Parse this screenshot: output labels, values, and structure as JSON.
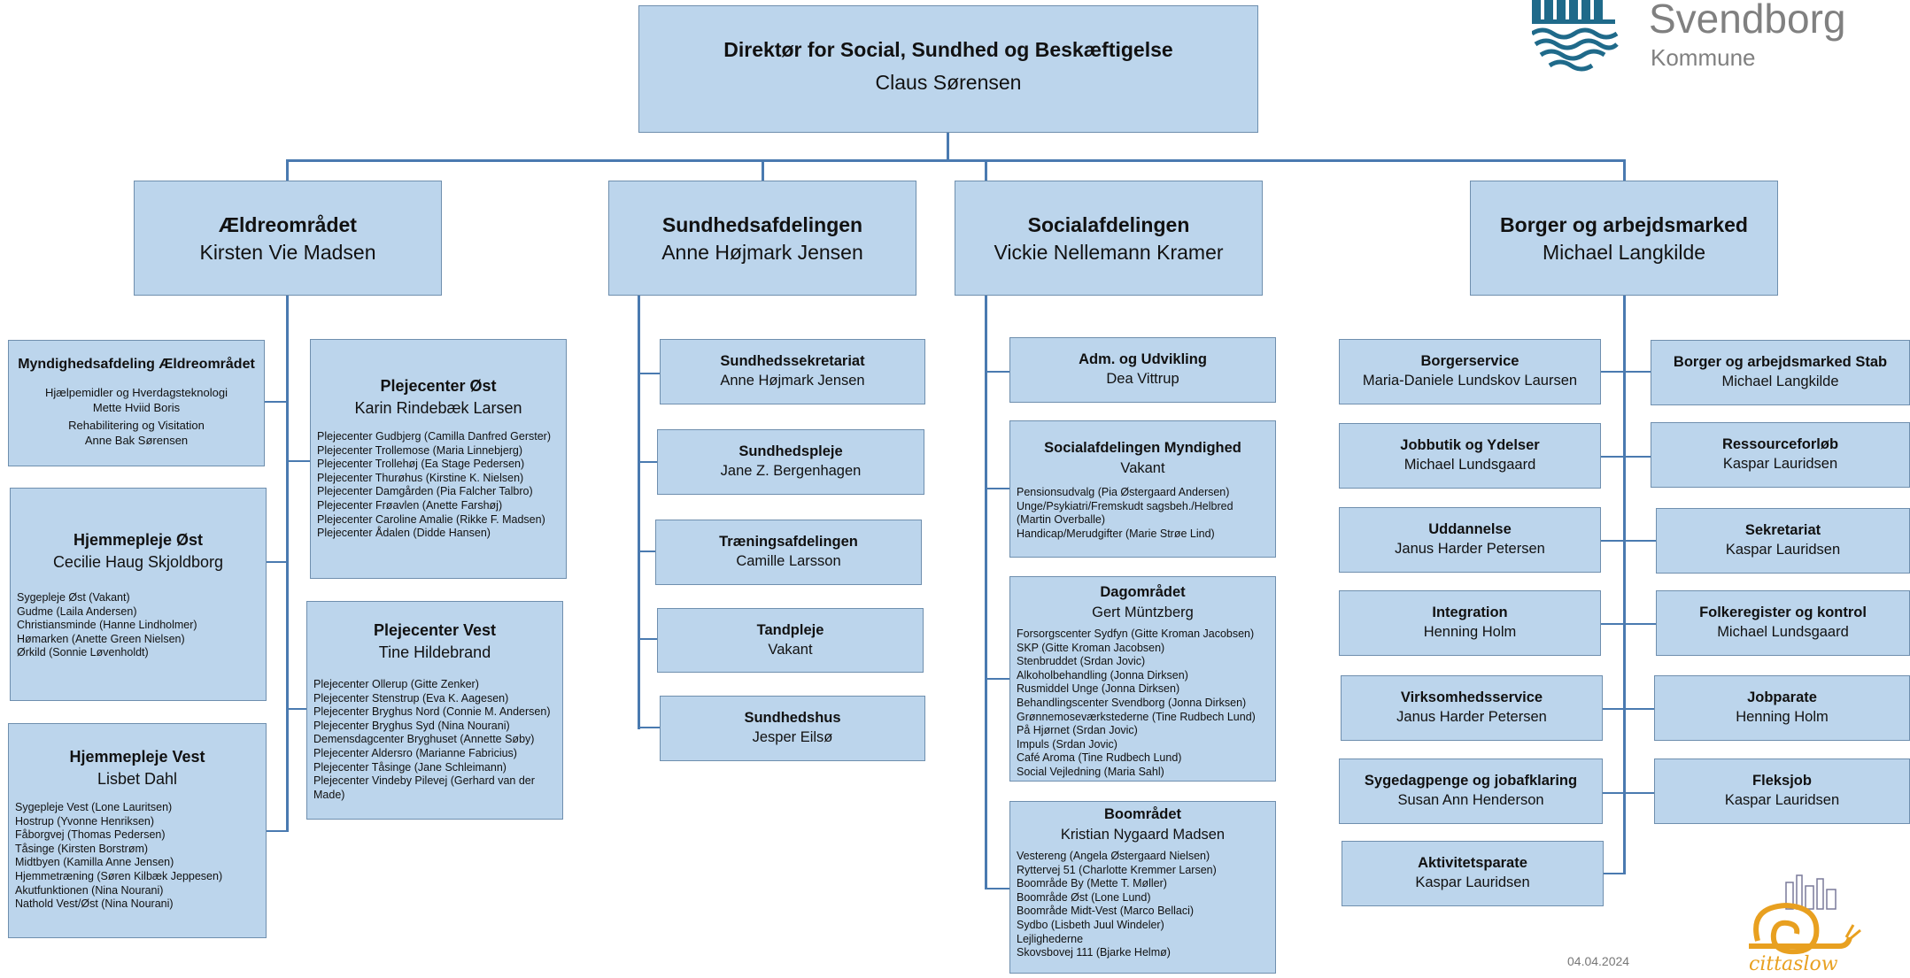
{
  "logo": {
    "name": "Svendborg",
    "sub": "Kommune"
  },
  "director": {
    "title": "Direktør for Social, Sundhed og Beskæftigelse",
    "name": "Claus Sørensen"
  },
  "areas": [
    {
      "title": "Ældreområdet",
      "name": "Kirsten Vie Madsen"
    },
    {
      "title": "Sundhedsafdelingen",
      "name": "Anne Højmark Jensen"
    },
    {
      "title": "Socialafdelingen",
      "name": "Vickie Nellemann Kramer"
    },
    {
      "title": "Borger og arbejdsmarked",
      "name": "Michael Langkilde"
    }
  ],
  "aeldre": {
    "myndighed": {
      "title": "Myndighedsafdeling Ældreområdet",
      "lines": [
        "Hjælpemidler og Hverdagsteknologi",
        "Mette Hviid Boris",
        "Rehabilitering og Visitation",
        "Anne Bak Sørensen"
      ]
    },
    "hjem_oest": {
      "title": "Hjemmepleje Øst",
      "name": "Cecilie Haug Skjoldborg",
      "items": [
        "Sygepleje Øst (Vakant)",
        "Gudme (Laila Andersen)",
        "Christiansminde (Hanne Lindholmer)",
        "Hømarken (Anette Green Nielsen)",
        "Ørkild (Sonnie Løvenholdt)"
      ]
    },
    "hjem_vest": {
      "title": "Hjemmepleje Vest",
      "name": "Lisbet Dahl",
      "items": [
        "Sygepleje Vest (Lone Lauritsen)",
        "Hostrup (Yvonne Henriksen)",
        "Fåborgvej (Thomas Pedersen)",
        "Tåsinge (Kirsten Borstrøm)",
        "Midtbyen (Kamilla Anne Jensen)",
        "Hjemmetræning (Søren Kilbæk Jeppesen)",
        "Akutfunktionen (Nina Nourani)",
        "Nathold Vest/Øst (Nina Nourani)"
      ]
    },
    "pleje_oest": {
      "title": "Plejecenter Øst",
      "name": "Karin Rindebæk Larsen",
      "items": [
        "Plejecenter Gudbjerg (Camilla Danfred Gerster)",
        "Plejecenter Trollemose (Maria Linnebjerg)",
        "Plejecenter Trollehøj (Ea Stage Pedersen)",
        "Plejecenter Thurøhus (Kirstine K. Nielsen)",
        "Plejecenter Damgården (Pia Falcher Talbro)",
        "Plejecenter Frøavlen (Anette Farshøj)",
        "Plejecenter Caroline Amalie (Rikke F. Madsen)",
        "Plejecenter Ådalen (Didde Hansen)"
      ]
    },
    "pleje_vest": {
      "title": "Plejecenter Vest",
      "name": "Tine Hildebrand",
      "items": [
        "Plejecenter Ollerup (Gitte Zenker)",
        "Plejecenter Stenstrup (Eva K. Aagesen)",
        "Plejecenter Bryghus Nord (Connie M. Andersen)",
        "Plejecenter Bryghus Syd (Nina Nourani)",
        "Demensdagcenter Bryghuset (Annette Søby)",
        "Plejecenter Aldersro (Marianne Fabricius)",
        "Plejecenter Tåsinge (Jane Schleimann)",
        "Plejecenter Vindeby Pilevej (Gerhard van der",
        "Made)"
      ]
    }
  },
  "sundhed": [
    {
      "title": "Sundhedssekretariat",
      "name": "Anne Højmark Jensen"
    },
    {
      "title": "Sundhedspleje",
      "name": "Jane Z. Bergenhagen"
    },
    {
      "title": "Træningsafdelingen",
      "name": "Camille Larsson"
    },
    {
      "title": "Tandpleje",
      "name": "Vakant"
    },
    {
      "title": "Sundhedshus",
      "name": "Jesper Eilsø"
    }
  ],
  "social": {
    "adm": {
      "title": "Adm. og Udvikling",
      "name": "Dea Vittrup"
    },
    "myndighed": {
      "title": "Socialafdelingen Myndighed",
      "name": "Vakant",
      "items": [
        "Pensionsudvalg (Pia Østergaard Andersen)",
        "Unge/Psykiatri/Fremskudt sagsbeh./Helbred",
        " (Martin Overballe)",
        "Handicap/Merudgifter (Marie Strøe Lind)"
      ]
    },
    "dag": {
      "title": "Dagområdet",
      "name": "Gert Müntzberg",
      "items": [
        "Forsorgscenter Sydfyn (Gitte Kroman Jacobsen)",
        "SKP (Gitte Kroman Jacobsen)",
        "Stenbruddet (Srdan Jovic)",
        "Alkoholbehandling (Jonna Dirksen)",
        "Rusmiddel Unge (Jonna Dirksen)",
        "Behandlingscenter Svendborg (Jonna Dirksen)",
        "Grønnemoseværkstederne (Tine Rudbech Lund)",
        "På Hjørnet (Srdan Jovic)",
        "Impuls (Srdan Jovic)",
        "Café Aroma (Tine Rudbech Lund)",
        "Social Vejledning (Maria Sahl)"
      ]
    },
    "bo": {
      "title": "Boområdet",
      "name": "Kristian Nygaard Madsen",
      "items": [
        "Vestereng (Angela Østergaard Nielsen)",
        "Ryttervej 51 (Charlotte Kremmer Larsen)",
        "Boområde By (Mette T. Møller)",
        "Boområde Øst (Lone Lund)",
        "Boområde Midt-Vest (Marco Bellaci)",
        "Sydbo (Lisbeth Juul Windeler)",
        "Lejlighederne",
        "Skovsbovej 111 (Bjarke Helmø)"
      ]
    }
  },
  "borger_left": [
    {
      "title": "Borgerservice",
      "name": "Maria-Daniele Lundskov Laursen"
    },
    {
      "title": "Jobbutik og Ydelser",
      "name": "Michael Lundsgaard"
    },
    {
      "title": "Uddannelse",
      "name": "Janus Harder Petersen"
    },
    {
      "title": "Integration",
      "name": "Henning Holm"
    },
    {
      "title": "Virksomhedsservice",
      "name": "Janus Harder Petersen"
    },
    {
      "title": "Sygedagpenge og jobafklaring",
      "name": "Susan Ann Henderson"
    },
    {
      "title": "Aktivitetsparate",
      "name": "Kaspar Lauridsen"
    }
  ],
  "borger_right": [
    {
      "title": "Borger og arbejdsmarked Stab",
      "name": "Michael Langkilde"
    },
    {
      "title": "Ressourceforløb",
      "name": "Kaspar Lauridsen"
    },
    {
      "title": "Sekretariat",
      "name": "Kaspar Lauridsen"
    },
    {
      "title": "Folkeregister og kontrol",
      "name": "Michael Lundsgaard"
    },
    {
      "title": "Jobparate",
      "name": "Henning Holm"
    },
    {
      "title": "Fleksjob",
      "name": "Kaspar Lauridsen"
    }
  ],
  "date": "04.04.2024",
  "snail_text": "cittaslow",
  "colors": {
    "box": "#bcd5ec",
    "border": "#6f8fae",
    "line": "#4a7ab0",
    "logo": "#1f6a8a"
  }
}
